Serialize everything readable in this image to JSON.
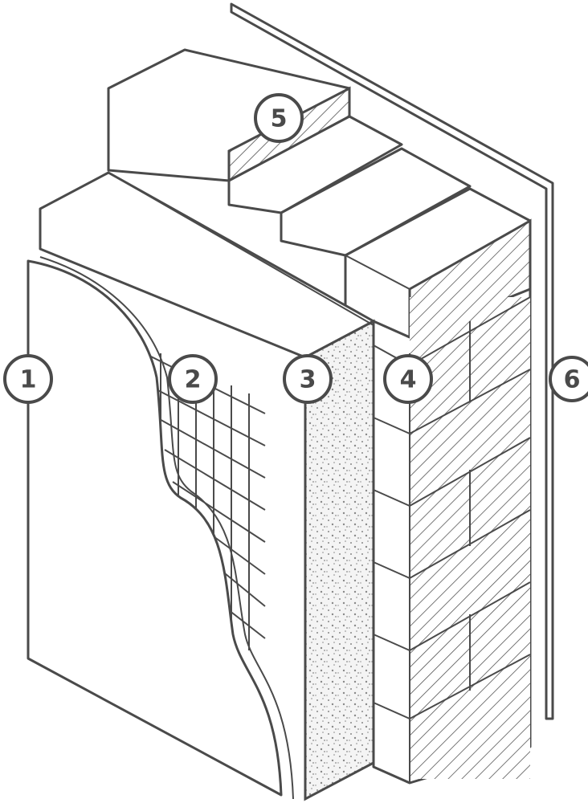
{
  "diagram": {
    "type": "wall-insulation-layers-cutaway",
    "callouts": [
      {
        "id": "layer-1",
        "label": "1"
      },
      {
        "id": "layer-2",
        "label": "2"
      },
      {
        "id": "layer-3",
        "label": "3"
      },
      {
        "id": "layer-4",
        "label": "4"
      },
      {
        "id": "layer-5",
        "label": "5"
      },
      {
        "id": "layer-6",
        "label": "6"
      }
    ],
    "colors": {
      "line": "#4a4a4a",
      "fill": "#ffffff",
      "speckle": "#f4f4f4"
    }
  }
}
